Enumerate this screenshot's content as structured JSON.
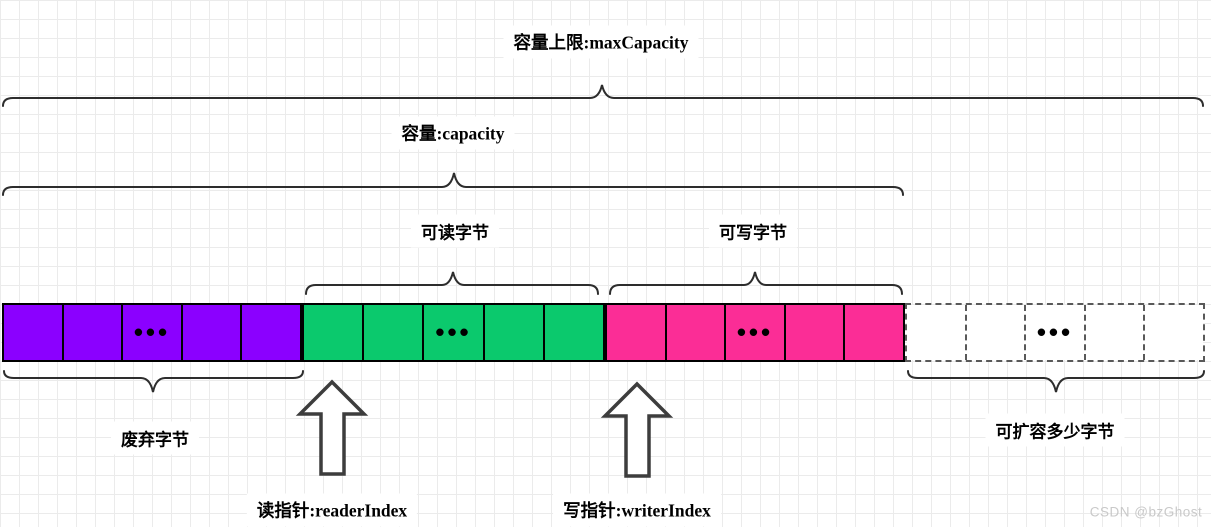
{
  "diagram": {
    "title_note": "ByteBuf memory layout diagram",
    "labels": {
      "max_capacity": "容量上限:maxCapacity",
      "capacity": "容量:capacity",
      "readable": "可读字节",
      "writable": "可写字节",
      "discarded": "废弃字节",
      "reader_index": "读指针:readerIndex",
      "writer_index": "写指针:writerIndex",
      "expandable": "可扩容多少字节",
      "ellipsis": "•••"
    },
    "sections": [
      {
        "name": "discarded-bytes",
        "label": "废弃字节",
        "cells": 5,
        "fill": "#8b00ff",
        "style": "solid"
      },
      {
        "name": "readable-bytes",
        "label": "可读字节",
        "cells": 5,
        "fill": "#0bc96d",
        "style": "solid"
      },
      {
        "name": "writable-bytes",
        "label": "可写字节",
        "cells": 5,
        "fill": "#fb2d96",
        "style": "solid"
      },
      {
        "name": "expandable-bytes",
        "label": "可扩容多少字节",
        "cells": 5,
        "fill": "#ffffff",
        "style": "dashed"
      }
    ],
    "watermark": "CSDN @bzGhost"
  },
  "colors": {
    "background": "#ffffff",
    "grid_line": "#ebebeb",
    "ink": "#2d2d2d",
    "arrow_outline": "#3d3d3d",
    "cell_border": "#000000",
    "discarded_fill": "#8b00ff",
    "readable_fill": "#0bc96d",
    "writable_fill": "#fb2d96",
    "expandable_fill": "#ffffff",
    "expandable_border": "#595959",
    "watermark": "#c9c9c9",
    "text": "#000000"
  }
}
